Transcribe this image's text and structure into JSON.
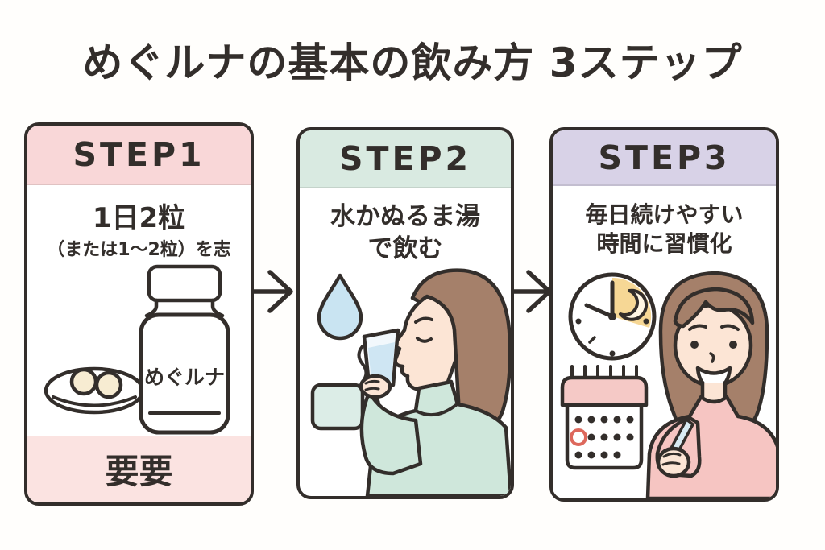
{
  "title": "めぐルナの基本の飲み方 3ステップ",
  "colors": {
    "background": "#fffefc",
    "ink_outline": "#332e2b",
    "step1_header_pink": "#f9d7d8",
    "step1_footer_pink": "#fbe3e1",
    "step2_header_mint": "#d9eae1",
    "step3_header_lavender": "#d8d2e7",
    "water_blue": "#c9e4f2",
    "mint_clothing": "#cfe7db",
    "hair_brown": "#a5806a",
    "skin": "#fce5d5",
    "calendar_pink": "#f5c9c6",
    "sweater_pink": "#f6c5c2",
    "moon_yellow": "#f6d795",
    "pill_cream": "#f7ecd2",
    "marked_date_red": "#dd685c"
  },
  "steps": [
    {
      "label": "STEP1",
      "line1": "1日2粒",
      "line2": "（または1～2粒）を志",
      "footer": "要要",
      "bottle_label": "めぐルナ",
      "illustration": "supplement-bottle-and-plate-with-two-pills"
    },
    {
      "label": "STEP2",
      "line1": "水かぬるま湯",
      "line2": "で飲む",
      "illustration": "woman-drinking-from-glass-with-water-drop-and-steaming-cup"
    },
    {
      "label": "STEP3",
      "line1": "毎日続けやすい",
      "line2": "時間に習慣化",
      "illustration": "clock-with-moon-calendar-and-woman-holding-pen"
    }
  ]
}
